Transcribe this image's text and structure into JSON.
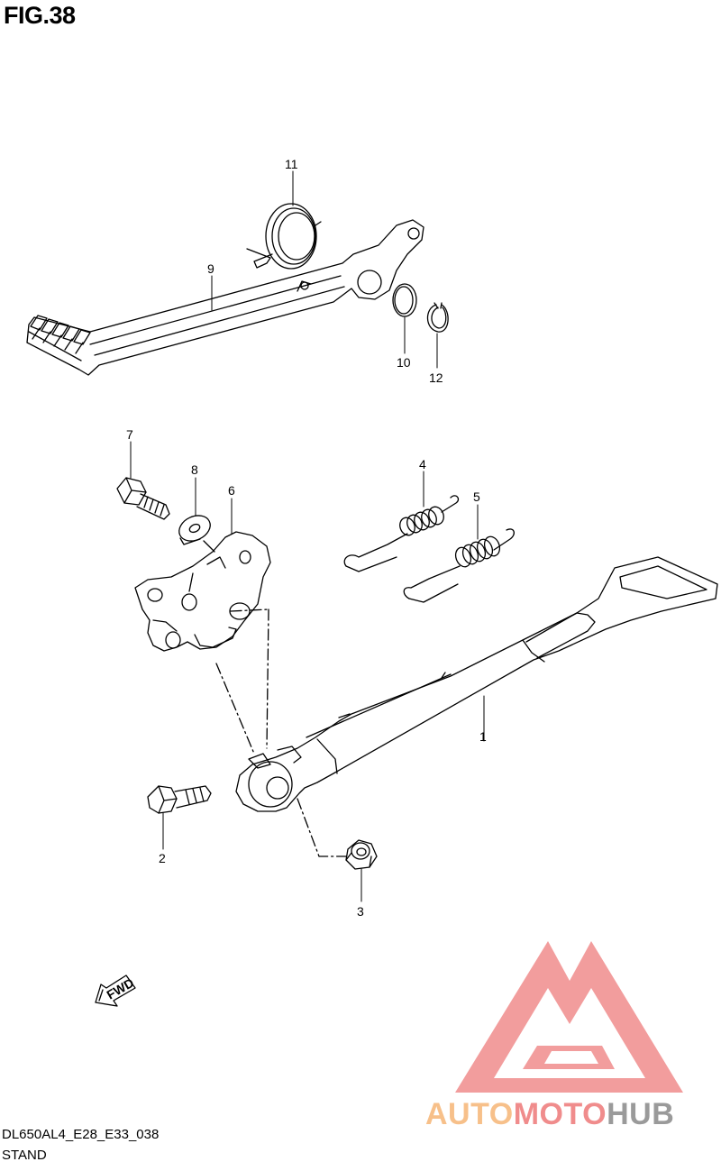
{
  "figure": {
    "title": "FIG.38"
  },
  "callouts": [
    "1",
    "2",
    "3",
    "4",
    "5",
    "6",
    "7",
    "8",
    "9",
    "10",
    "11",
    "12"
  ],
  "fwd_label": "FWD",
  "footer": {
    "code": "DL650AL4_E28_E33_038",
    "section": "STAND"
  },
  "watermark": {
    "part1": "AUTO",
    "part2": "MOTO",
    "part3": "HUB"
  },
  "colors": {
    "line": "#000000",
    "logo_red": "#f08c8c",
    "logo_orange": "#f7c08a",
    "logo_gray": "#9a9a9a"
  }
}
